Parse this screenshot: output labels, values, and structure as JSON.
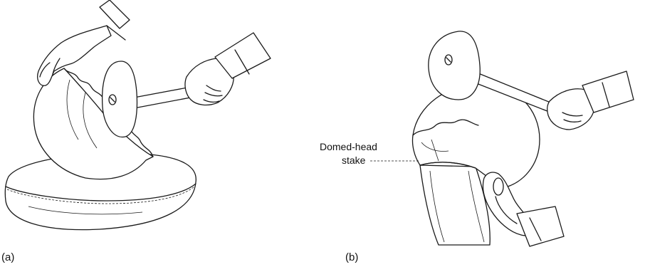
{
  "panels": [
    {
      "caption": "(a)"
    },
    {
      "caption": "(b)"
    }
  ],
  "callout": {
    "line1": "Domed-head",
    "line2": "stake"
  }
}
